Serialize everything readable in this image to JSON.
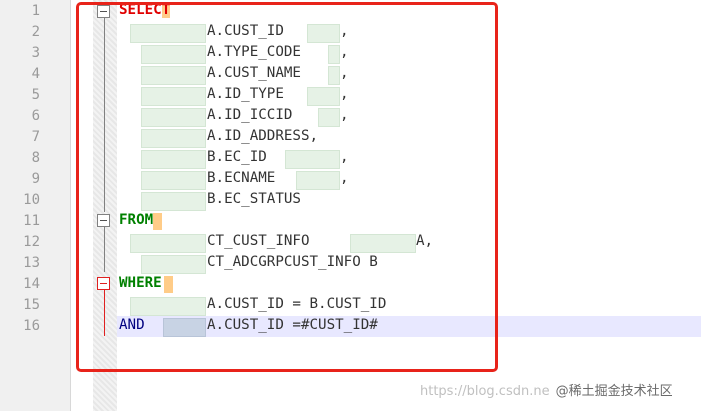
{
  "line_numbers": [
    "1",
    "2",
    "3",
    "4",
    "5",
    "6",
    "7",
    "8",
    "9",
    "10",
    "11",
    "12",
    "13",
    "14",
    "15",
    "16"
  ],
  "code_lines": [
    {
      "keyword": "SELECT",
      "keyword_main": "SELEC",
      "keyword_last": "T",
      "text": ""
    },
    {
      "keyword": "",
      "text": "A.CUST_ID",
      "suffix": ","
    },
    {
      "keyword": "",
      "text": "A.TYPE_CODE",
      "suffix": ","
    },
    {
      "keyword": "",
      "text": "A.CUST_NAME",
      "suffix": ","
    },
    {
      "keyword": "",
      "text": "A.ID_TYPE",
      "suffix": ","
    },
    {
      "keyword": "",
      "text": "A.ID_ICCID",
      "suffix": ","
    },
    {
      "keyword": "",
      "text": "A.ID_ADDRESS,",
      "suffix": ""
    },
    {
      "keyword": "",
      "text": "B.EC_ID",
      "suffix": ","
    },
    {
      "keyword": "",
      "text": "B.ECNAME",
      "suffix": ","
    },
    {
      "keyword": "",
      "text": "B.EC_STATUS",
      "suffix": ""
    },
    {
      "keyword": "FROM",
      "text": ""
    },
    {
      "keyword": "",
      "text": "CT_CUST_INFO",
      "suffix": "A,"
    },
    {
      "keyword": "",
      "text": "CT_ADCGRPCUST_INFO B",
      "suffix": ""
    },
    {
      "keyword": "WHERE",
      "text": ""
    },
    {
      "keyword": "",
      "text": "A.CUST_ID = B.CUST_ID",
      "suffix": ""
    },
    {
      "keyword": "AND",
      "text": "A.CUST_ID =#CUST_ID#",
      "suffix": ""
    }
  ],
  "watermark": {
    "url": "https://blog.csdn.ne",
    "brand": "@稀土掘金技术社区"
  },
  "colors": {
    "keyword_select": "#e00000",
    "keyword_from_where": "#008000",
    "keyword_and": "#000080",
    "annotation_box": "#e8231a",
    "current_line": "#e8e8ff"
  }
}
